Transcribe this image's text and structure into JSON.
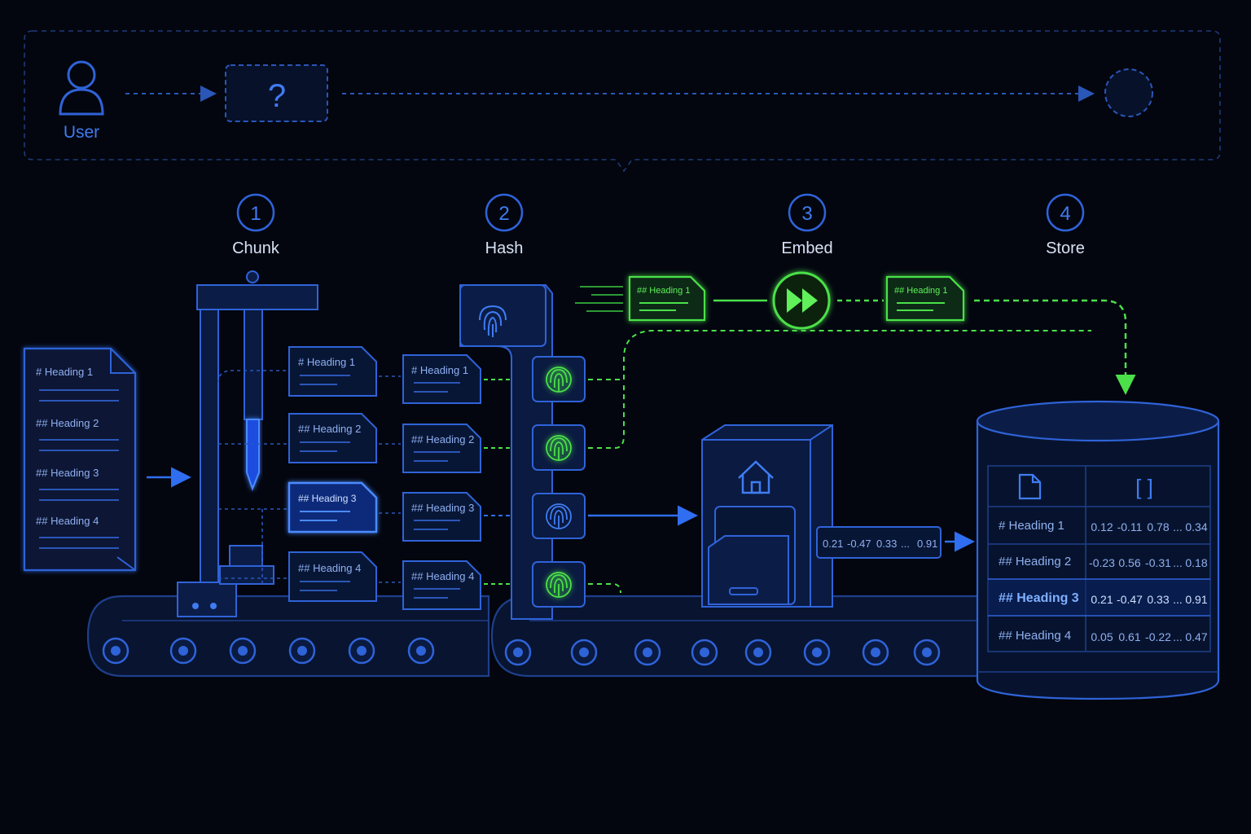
{
  "top_flow": {
    "user_label": "User",
    "unknown_symbol": "?"
  },
  "steps": [
    {
      "number": "1",
      "label": "Chunk"
    },
    {
      "number": "2",
      "label": "Hash"
    },
    {
      "number": "3",
      "label": "Embed"
    },
    {
      "number": "4",
      "label": "Store"
    }
  ],
  "source_document": {
    "headings": [
      "# Heading 1",
      "## Heading 2",
      "## Heading 3",
      "## Heading 4"
    ]
  },
  "chunks": [
    "# Heading 1",
    "## Heading 2",
    "## Heading 3",
    "## Heading 4"
  ],
  "hashed_chunks": [
    "# Heading 1",
    "## Heading 2",
    "## Heading 3",
    "## Heading 4"
  ],
  "embed_lane": {
    "input_chunk": "## Heading 1",
    "output_chunk": "## Heading 1"
  },
  "embedding_vector": {
    "values": [
      "0.21",
      "-0.47",
      "0.33",
      "...",
      "0.91"
    ]
  },
  "store_table": {
    "icons": [
      "document-icon",
      "brackets-icon"
    ],
    "brackets_symbol": "[ ]",
    "rows": [
      {
        "heading": "# Heading 1",
        "values": [
          "0.12",
          "-0.11",
          "0.78",
          "...",
          "0.34"
        ]
      },
      {
        "heading": "## Heading 2",
        "values": [
          "-0.23",
          "0.56",
          "-0.31",
          "...",
          "0.18"
        ]
      },
      {
        "heading": "## Heading 3",
        "values": [
          "0.21",
          "-0.47",
          "0.33",
          "...",
          "0.91"
        ]
      },
      {
        "heading": "## Heading 4",
        "values": [
          "0.05",
          "0.61",
          "-0.22",
          "...",
          "0.47"
        ]
      }
    ]
  },
  "colors": {
    "background": "#03060f",
    "primary_blue": "#2f63d8",
    "accent_blue": "#3f7cf2",
    "highlight_green": "#4be04a"
  }
}
